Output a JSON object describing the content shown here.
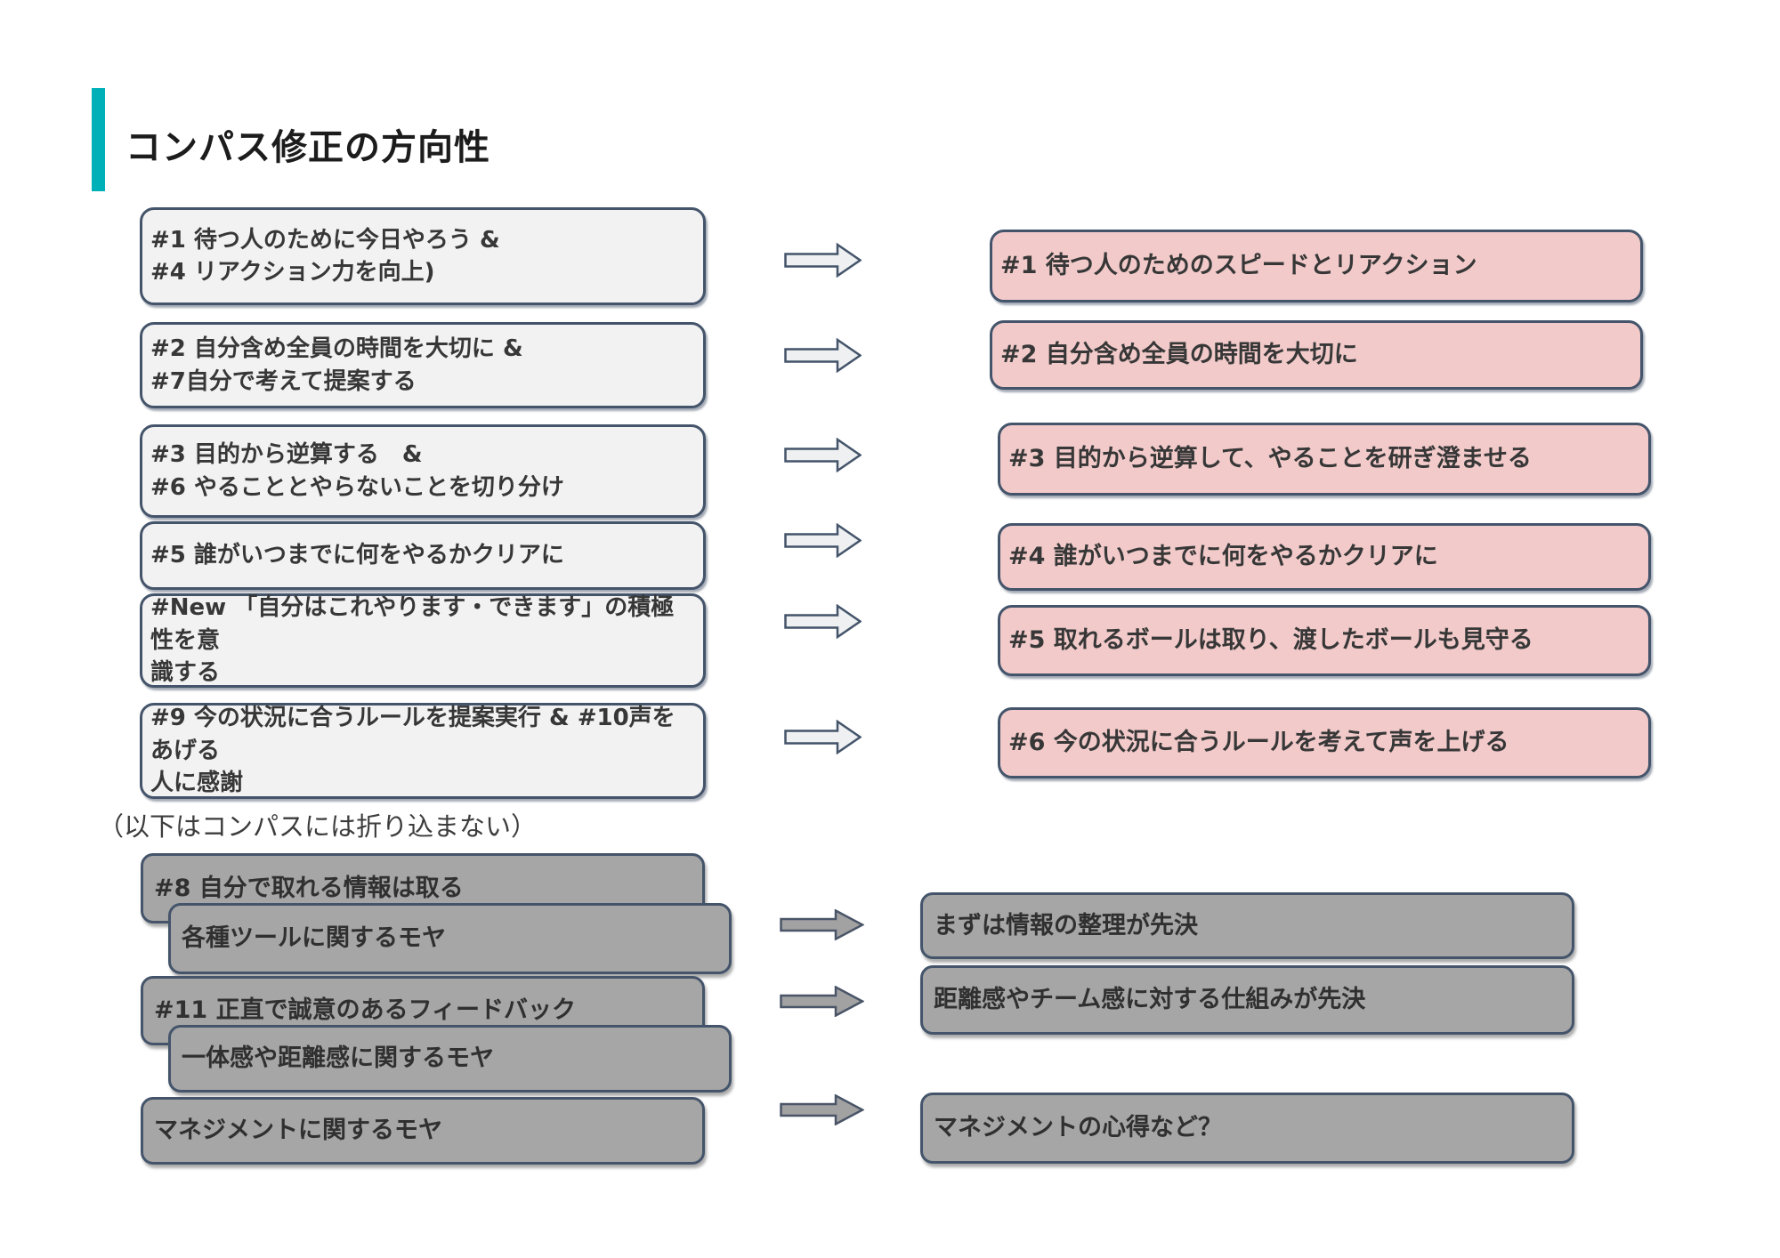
{
  "slide": {
    "title": "コンパス修正の方向性"
  },
  "compass_flow": {
    "rows": [
      {
        "from": "#1 待つ人のために今日やろう &\n#4 リアクション力を向上)",
        "to": "#1 待つ人のためのスピードとリアクション"
      },
      {
        "from": "#2 自分含め全員の時間を大切に &\n#7自分で考えて提案する",
        "to": "#2 自分含め全員の時間を大切に"
      },
      {
        "from": "#3 目的から逆算する　&\n#6 やることとやらないことを切り分け",
        "to": "#3 目的から逆算して、やることを研ぎ澄ませる"
      },
      {
        "from": "#5 誰がいつまでに何をやるかクリアに",
        "to": "#4 誰がいつまでに何をやるかクリアに"
      },
      {
        "from": "#New 「自分はこれやります・できます」の積極性を意\n識する",
        "to": "#5 取れるボールは取り、渡したボールも見守る"
      },
      {
        "from": "#9 今の状況に合うルールを提案実行 & #10声をあげる\n人に感謝",
        "to": "#6 今の状況に合うルールを考えて声を上げる"
      }
    ]
  },
  "excluded_section": {
    "note": "（以下はコンパスには折り込まない）",
    "stack": [
      {
        "text": "#8 自分で取れる情報は取る",
        "variant": "primary"
      },
      {
        "text": "各種ツールに関するモヤ",
        "variant": "offset"
      },
      {
        "text": "#11 正直で誠意のあるフィードバック",
        "variant": "primary"
      },
      {
        "text": "一体感や距離感に関するモヤ",
        "variant": "offset"
      },
      {
        "text": "マネジメントに関するモヤ",
        "variant": "primary"
      }
    ],
    "results": [
      {
        "text": "まずは情報の整理が先決"
      },
      {
        "text": "距離感やチーム感に対する仕組みが先決"
      },
      {
        "text": "マネジメントの心得など？"
      }
    ]
  },
  "colors": {
    "accent_teal": "#00b0b9",
    "box_border": "#44546a",
    "source_box_fill": "#f2f2f2",
    "result_box_fill": "#f2caca",
    "excluded_box_fill": "#a6a6a6",
    "arrow_fill_light": "#eef0f1",
    "arrow_fill_gray": "#a2a2a2"
  },
  "icons": {
    "flow_arrow": "right-block-arrow"
  }
}
